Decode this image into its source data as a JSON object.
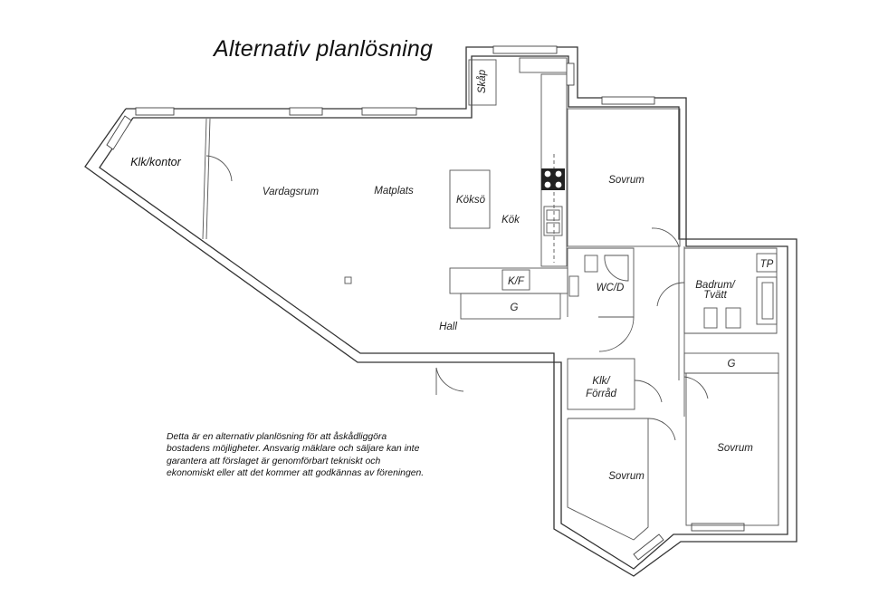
{
  "title": "Alternativ planlösning",
  "disclaimer": [
    "Detta är en alternativ planlösning för att åskådliggöra",
    "bostadens möjligheter. Ansvarig mäklare och säljare kan inte",
    "garantera att förslaget är genomförbart tekniskt och",
    "ekonomiskt eller att det kommer att godkännas av föreningen."
  ],
  "rooms": {
    "klk_kontor": "Klk/kontor",
    "skap": "Skåp",
    "vardagsrum": "Vardagsrum",
    "matplats": "Matplats",
    "koksö": "Köksö",
    "kok": "Kök",
    "sovrum_1": "Sovrum",
    "kf": "K/F",
    "g_hall": "G",
    "hall": "Hall",
    "wc": "WC/D",
    "badrum_1": "Badrum/",
    "badrum_2": "Tvätt",
    "tp": "TP",
    "g_bad": "G",
    "klk_forrad_1": "Klk/",
    "klk_forrad_2": "Förråd",
    "sovrum_2": "Sovrum",
    "sovrum_3": "Sovrum"
  }
}
